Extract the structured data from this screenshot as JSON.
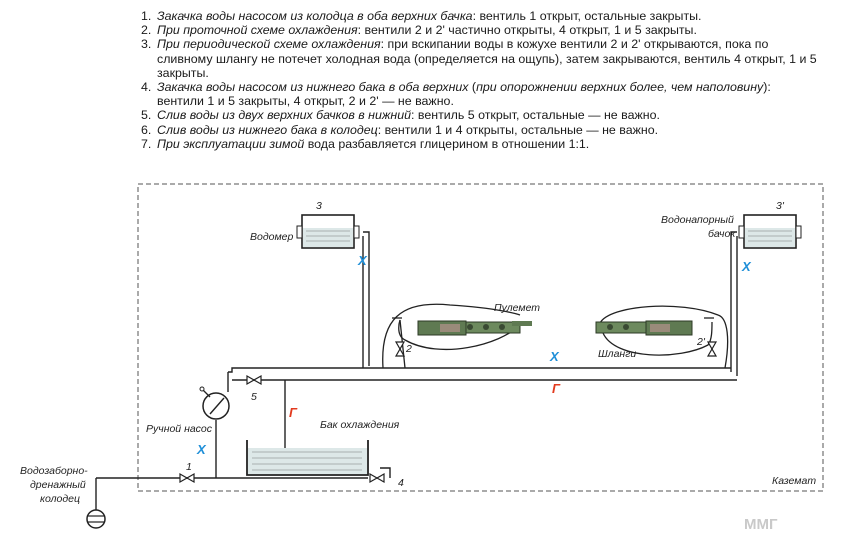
{
  "instructions": [
    {
      "num": "1.",
      "emph": "Закачка воды насосом из колодца в оба верхних бачка",
      "rest": ": вентиль 1 открыт, остальные закрыты."
    },
    {
      "num": "2.",
      "emph": "При проточной схеме охлаждения",
      "rest": ": вентили 2 и 2' частично открыты, 4 открыт, 1 и 5 закрыты."
    },
    {
      "num": "3.",
      "emph": "При периодической схеме охлаждения",
      "rest": ": при вскипании воды в кожухе вентили 2 и 2' открываются, пока по сливному шлангу не потечет холодная вода (определяется на ощупь), затем закрываются, вентиль 4 открыт, 1 и 5 закрыты."
    },
    {
      "num": "4.",
      "emph": "Закачка воды насосом из нижнего бака в оба верхних",
      "rest": " (",
      "emph2": "при опорожнении верхних более, чем наполовину",
      "rest2": "): вентили 1 и 5 закрыты, 4 открыт, 2 и 2' — не важно."
    },
    {
      "num": "5.",
      "emph": "Слив воды из двух верхних бачков в нижний",
      "rest": ": вентиль 5 открыт, остальные — не важно."
    },
    {
      "num": "6.",
      "emph": "Слив воды из нижнего бака в колодец",
      "rest": ": вентили 1 и 4 открыты, остальные — не важно."
    },
    {
      "num": "7.",
      "emph": "При эксплуатации зимой",
      "rest": " вода разбавляется глицерином в отношении 1:1."
    }
  ],
  "labels": {
    "tank3_num": "3",
    "tank3_name": "Водомер",
    "tank3p_num": "3'",
    "tank3p_name_1": "Водонапорный",
    "tank3p_name_2": "бачок",
    "machine_gun": "Пулемет",
    "hoses": "Шланги",
    "valve_2": "2",
    "valve_2p": "2'",
    "valve_5": "5",
    "valve_1": "1",
    "valve_4": "4",
    "pump": "Ручной насос",
    "cooling_tank": "Бак охлаждения",
    "casemate": "Каземат",
    "well_1": "Водозаборно-",
    "well_2": "дренажный",
    "well_3": "колодец",
    "watermark": "ММГ"
  },
  "flow_marks": {
    "cold": "Х",
    "hot": "Г"
  },
  "colors": {
    "cold": "#1f8fd8",
    "hot": "#e23a1e",
    "water": "#dde8e8",
    "gun_body": "#5f7a52"
  }
}
